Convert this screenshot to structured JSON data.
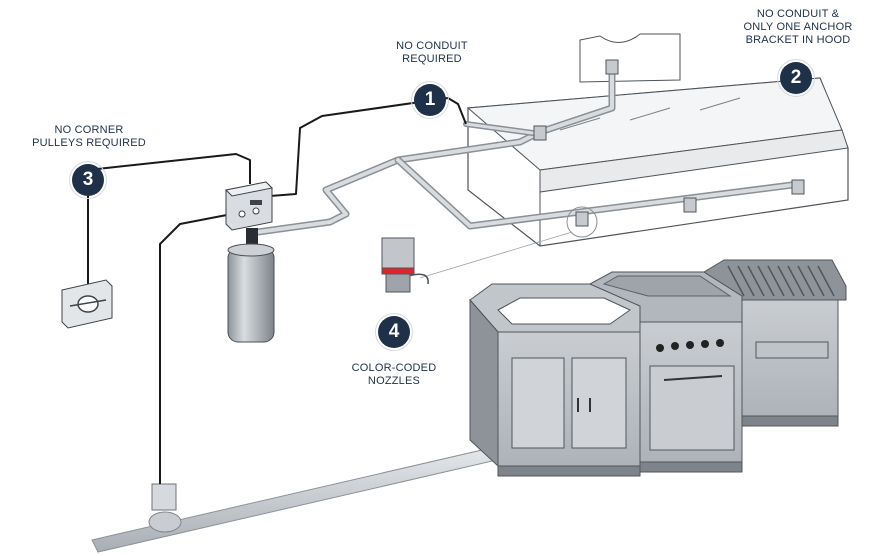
{
  "callouts": [
    {
      "number": "1",
      "lines": [
        "NO CONDUIT",
        "REQUIRED"
      ]
    },
    {
      "number": "2",
      "lines": [
        "NO CONDUIT &",
        "ONLY ONE ANCHOR",
        "BRACKET IN HOOD"
      ]
    },
    {
      "number": "3",
      "lines": [
        "NO CORNER",
        "PULLEYS REQUIRED"
      ]
    },
    {
      "number": "4",
      "lines": [
        "COLOR-CODED",
        "NOZZLES"
      ]
    }
  ],
  "colors": {
    "badge": "#1f3148",
    "text": "#1f3148",
    "nozzle_band": "#e0242c",
    "pipe": "#c4c9cf",
    "equipment": "#b7bcc2",
    "cable": "#1a1a1a"
  }
}
